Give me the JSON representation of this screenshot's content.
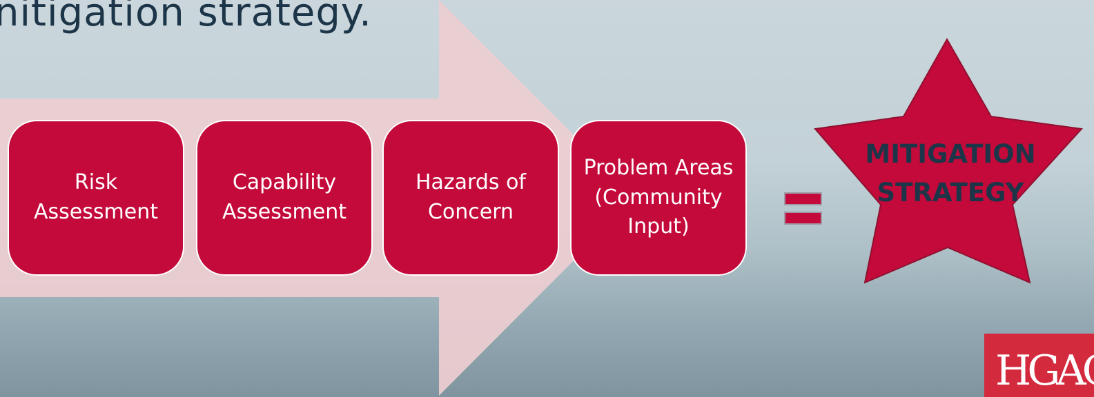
{
  "slide": {
    "title": "nitigation strategy."
  },
  "process_steps": [
    {
      "label": "Risk Assessment"
    },
    {
      "label": "Capability Assessment"
    },
    {
      "label": "Hazards of Concern"
    },
    {
      "label": "Problem Areas (Community Input)"
    }
  ],
  "operator": "=",
  "result": {
    "line1": "MITIGATION",
    "line2": "STRATEGY"
  },
  "logo": {
    "text": "HGAC"
  },
  "colors": {
    "box_fill": "#c30a3a",
    "arrow_fill": "#eccdd1",
    "title_text": "#1d3548",
    "logo_fill": "#d32a3d"
  }
}
